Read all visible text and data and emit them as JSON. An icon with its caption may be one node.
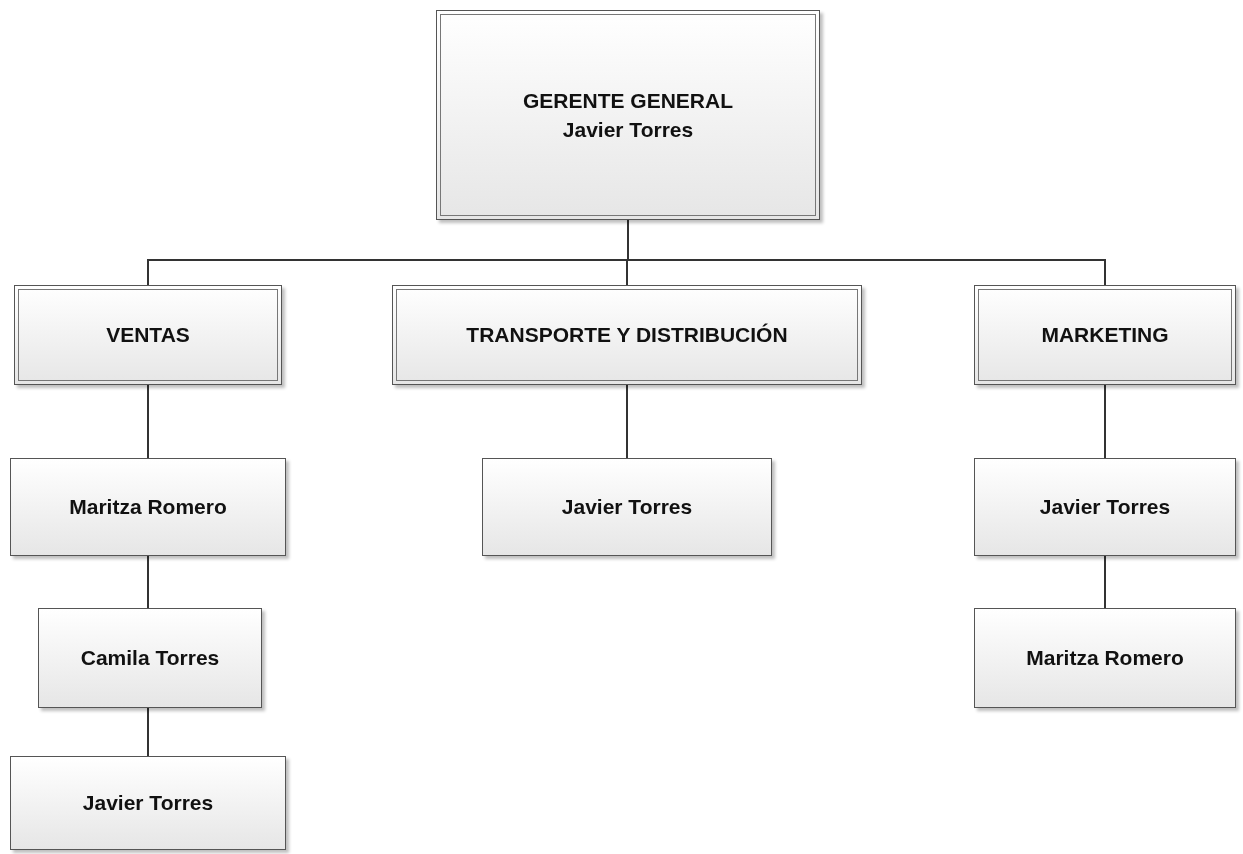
{
  "diagram": {
    "nodes": [
      {
        "text": [
          "GERENTE GENERAL",
          "Javier Torres"
        ]
      },
      {
        "text": [
          "VENTAS"
        ]
      },
      {
        "text": [
          "TRANSPORTE Y DISTRIBUCIÓN"
        ]
      },
      {
        "text": [
          "MARKETING"
        ]
      },
      {
        "text": [
          "Maritza Romero"
        ]
      },
      {
        "text": [
          "Camila Torres"
        ]
      },
      {
        "text": [
          "Javier Torres"
        ]
      },
      {
        "text": [
          "Javier Torres"
        ]
      },
      {
        "text": [
          "Javier Torres"
        ]
      },
      {
        "text": [
          "Maritza Romero"
        ]
      }
    ],
    "edges": [
      {
        "from": 0,
        "to": 1,
        "arrow": "none"
      },
      {
        "from": 0,
        "to": 2,
        "arrow": "none"
      },
      {
        "from": 0,
        "to": 3,
        "arrow": "none"
      },
      {
        "from": 1,
        "to": 4,
        "arrow": "none"
      },
      {
        "from": 4,
        "to": 5,
        "arrow": "none"
      },
      {
        "from": 5,
        "to": 6,
        "arrow": "none"
      },
      {
        "from": 2,
        "to": 7,
        "arrow": "none"
      },
      {
        "from": 3,
        "to": 8,
        "arrow": "none"
      },
      {
        "from": 8,
        "to": 9,
        "arrow": "none"
      }
    ]
  }
}
